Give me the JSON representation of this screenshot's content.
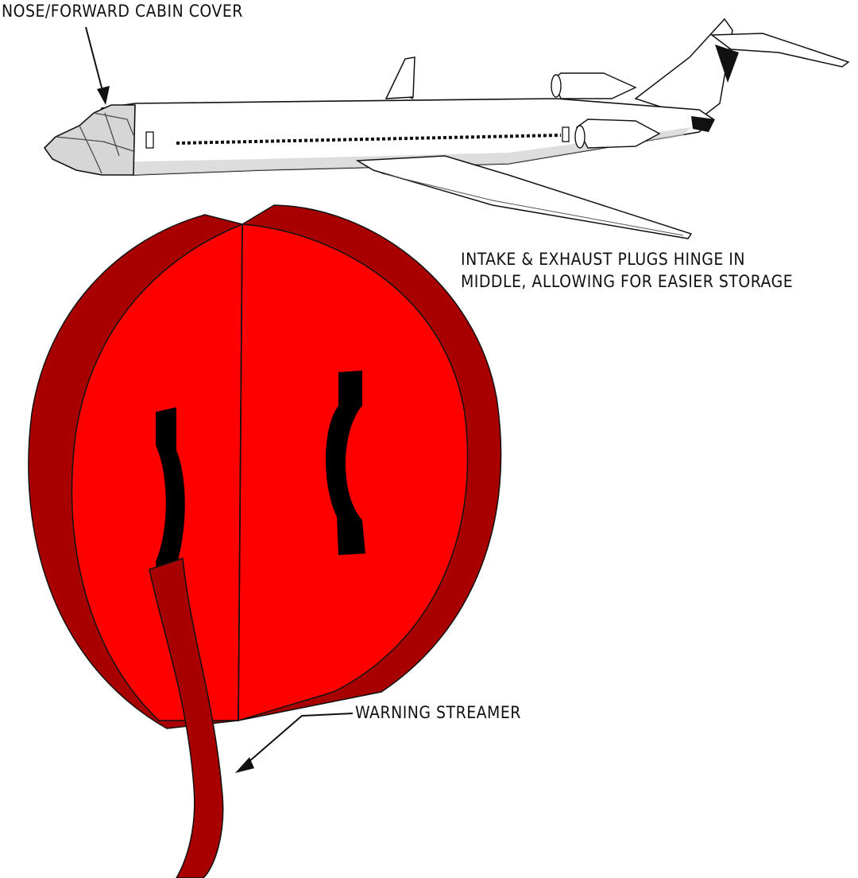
{
  "labels": {
    "nose_cover": "NOSE/FORWARD CABIN COVER",
    "plug_note_line1": "INTAKE & EXHAUST PLUGS HINGE IN",
    "plug_note_line2": "MIDDLE, ALLOWING FOR EASIER STORAGE",
    "warning_streamer": "WARNING STREAMER"
  },
  "colors": {
    "plug_face": "#ff0000",
    "plug_rim": "#a80000",
    "handle": "#000000",
    "streamer": "#a80000",
    "nose_cover": "#d6d6d6",
    "line": "#111111"
  }
}
